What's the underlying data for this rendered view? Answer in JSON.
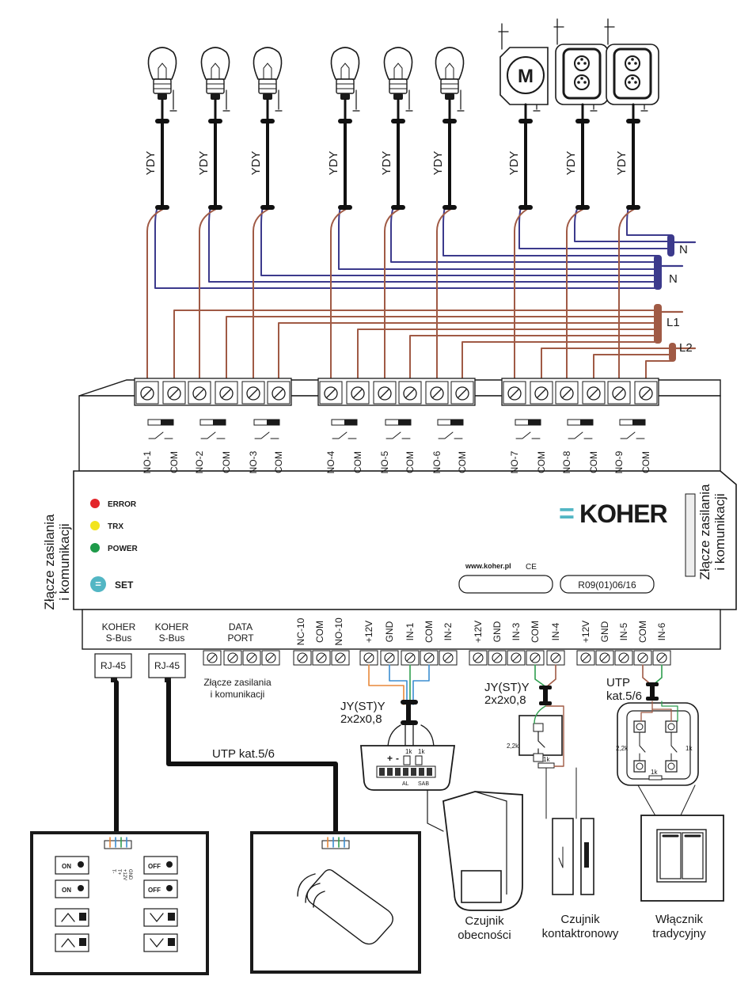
{
  "outputs": [
    {
      "no": "NO-1",
      "com": "COM"
    },
    {
      "no": "NO-2",
      "com": "COM"
    },
    {
      "no": "NO-3",
      "com": "COM"
    },
    {
      "no": "NO-4",
      "com": "COM"
    },
    {
      "no": "NO-5",
      "com": "COM"
    },
    {
      "no": "NO-6",
      "com": "COM"
    },
    {
      "no": "NO-7",
      "com": "COM"
    },
    {
      "no": "NO-8",
      "com": "COM"
    },
    {
      "no": "NO-9",
      "com": "COM"
    }
  ],
  "loads": [
    {
      "type": "bulb",
      "cable": "YDY"
    },
    {
      "type": "bulb",
      "cable": "YDY"
    },
    {
      "type": "bulb",
      "cable": "YDY"
    },
    {
      "type": "bulb",
      "cable": "YDY"
    },
    {
      "type": "bulb",
      "cable": "YDY"
    },
    {
      "type": "bulb",
      "cable": "YDY"
    },
    {
      "type": "motor",
      "cable": "YDY",
      "symbol": "M"
    },
    {
      "type": "socket",
      "cable": "YDY"
    },
    {
      "type": "socket",
      "cable": "YDY"
    }
  ],
  "buses": {
    "n_upper": "N",
    "n_lower": "N",
    "l1": "L1",
    "l2": "L2"
  },
  "leds": [
    {
      "label": "ERROR",
      "color": "#e3262b"
    },
    {
      "label": "TRX",
      "color": "#f2e41d"
    },
    {
      "label": "POWER",
      "color": "#1e9a49"
    }
  ],
  "set_label": "SET",
  "brand": {
    "mark": "=",
    "name": "KOHER",
    "color": "#52b6c4"
  },
  "website": "www.koher.pl",
  "marks": "CE",
  "model": "R09(01)06/16",
  "side_left": [
    "Złącze zasilania",
    "i komunikacji"
  ],
  "side_right": [
    "Złącze zasilania",
    "i komunikacji"
  ],
  "bottom_terminals": [
    [
      "KOHER",
      "S-Bus"
    ],
    [
      "KOHER",
      "S-Bus"
    ],
    [
      "DATA",
      "PORT"
    ],
    "NC-10",
    "COM",
    "NO-10",
    "+12V",
    "GND",
    "IN-1",
    "COM",
    "IN-2",
    "+12V",
    "GND",
    "IN-3",
    "COM",
    "IN-4",
    "+12V",
    "GND",
    "IN-5",
    "COM",
    "IN-6"
  ],
  "rj45": [
    "RJ-45",
    "RJ-45"
  ],
  "power_conn": [
    "Złącze zasilania",
    "i komunikacji"
  ],
  "cable_jy1": [
    "JY(ST)Y",
    "2x2x0,8"
  ],
  "cable_jy2": [
    "JY(ST)Y",
    "2x2x0,8"
  ],
  "cable_utp": [
    "UTP",
    "kat.5/6"
  ],
  "utp_run": "UTP kat.5/6",
  "sensor_labels": {
    "plus": "+",
    "minus": "-",
    "r1": "1k",
    "r2": "1k",
    "a": "AL",
    "s": "SAB"
  },
  "res_labels": [
    "2,2k",
    "1k",
    "2,2k",
    "1k",
    "1k"
  ],
  "panel_buttons": [
    "ON",
    "OFF",
    "ON",
    "OFF"
  ],
  "pins": [
    "T-",
    "T+",
    "+12V",
    "GND"
  ],
  "captions": {
    "presence": [
      "Czujnik",
      "obecności"
    ],
    "contact": [
      "Czujnik",
      "kontaktronowy"
    ],
    "switch": [
      "Włącznik",
      "tradycyjny"
    ]
  },
  "colors": {
    "neutral": "#3c3a8c",
    "live": "#a05a45",
    "cable": "#111111",
    "orange": "#e8883a",
    "blue": "#3b8ed0",
    "green": "#2f9e4f"
  }
}
